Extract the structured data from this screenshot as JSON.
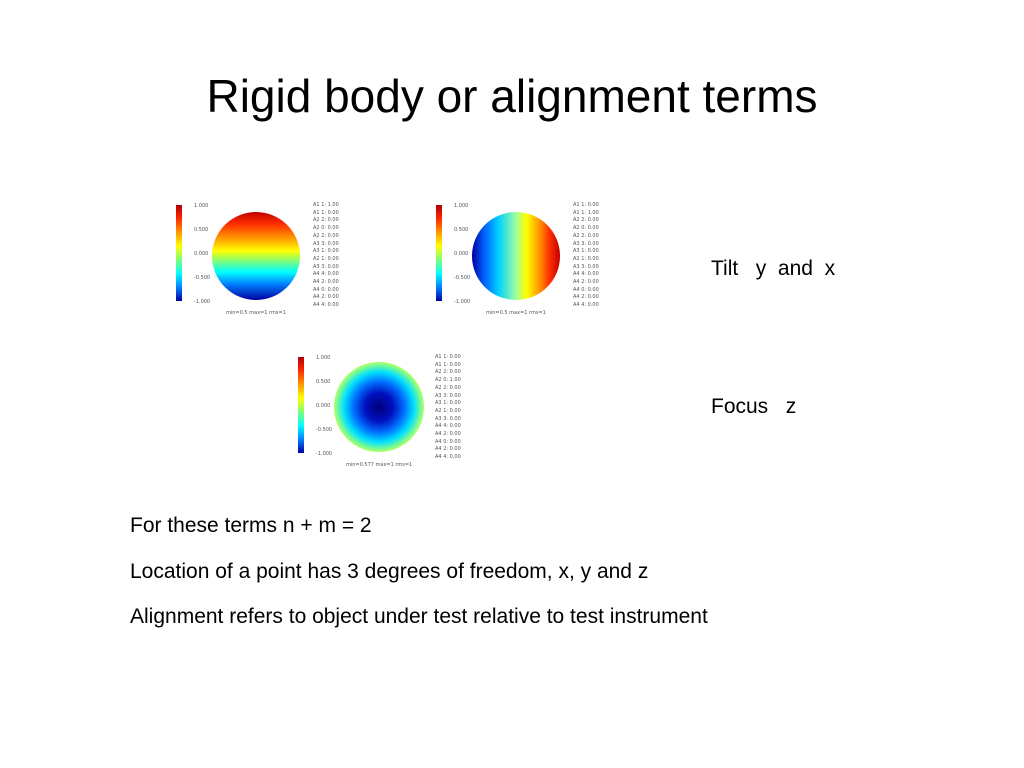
{
  "slide": {
    "title": "Rigid body or alignment terms",
    "labels": {
      "tilt": "Tilt   y  and  x",
      "focus": "Focus   z"
    },
    "bullets": [
      "For these terms n + m = 2",
      "Location of a point has 3 degrees of freedom, x, y and z",
      "Alignment refers to object under test relative to test instrument"
    ]
  },
  "maps": [
    {
      "ticks": [
        "1.000",
        "0.500",
        "0.000",
        "-0.500",
        "-1.000"
      ],
      "coefficients": [
        "A1 1: 1.00",
        "A1 1: 0.00",
        "A2 2: 0.00",
        "A2 0: 0.00",
        "A2 2: 0.00",
        "A3 3: 0.00",
        "A3 1: 0.00",
        "A2 1: 0.00",
        "A3 3: 0.00",
        "A4 4: 0.00",
        "A4 2: 0.00",
        "A4 0: 0.00",
        "A4 2: 0.00",
        "A4 4: 0.00"
      ],
      "caption": "min=0.5 max=1 rms=1"
    },
    {
      "ticks": [
        "1.000",
        "0.500",
        "0.000",
        "-0.500",
        "-1.000"
      ],
      "coefficients": [
        "A1 1: 0.00",
        "A1 1: 1.00",
        "A2 2: 0.00",
        "A2 0: 0.00",
        "A2 2: 0.00",
        "A3 3: 0.00",
        "A3 1: 0.00",
        "A2 1: 0.00",
        "A3 3: 0.00",
        "A4 4: 0.00",
        "A4 2: 0.00",
        "A4 0: 0.00",
        "A4 2: 0.00",
        "A4 4: 0.00"
      ],
      "caption": "min=0.5 max=1 rms=1"
    },
    {
      "ticks": [
        "1.000",
        "0.500",
        "0.000",
        "-0.500",
        "-1.000"
      ],
      "coefficients": [
        "A1 1: 0.00",
        "A1 1: 0.00",
        "A2 2: 0.00",
        "A2 0: 1.00",
        "A2 2: 0.00",
        "A3 3: 0.00",
        "A3 1: 0.00",
        "A2 1: 0.00",
        "A3 3: 0.00",
        "A4 4: 0.00",
        "A4 2: 0.00",
        "A4 0: 0.00",
        "A4 2: 0.00",
        "A4 4: 0.00"
      ],
      "caption": "min=0.577 max=1 rms=1"
    }
  ]
}
